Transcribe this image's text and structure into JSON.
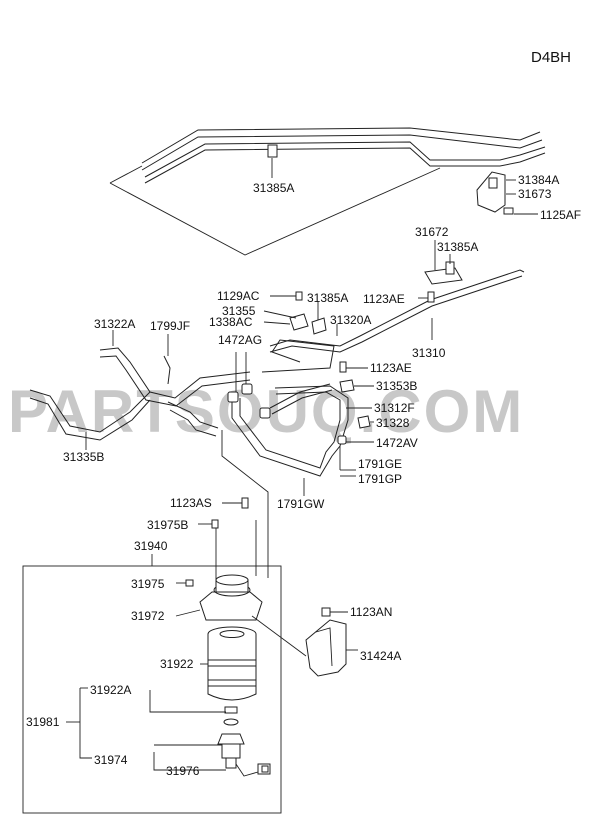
{
  "diagram": {
    "code": "D4BH",
    "watermark": "PARTSOUQ.COM",
    "labels": {
      "p31385A_top": "31385A",
      "p31384A": "31384A",
      "p31673": "31673",
      "p1125AF": "1125AF",
      "p31672": "31672",
      "p31385A_mid": "31385A",
      "p1129AC": "1129AC",
      "p31385A_low": "31385A",
      "p1123AE_a": "1123AE",
      "p31355": "31355",
      "p1338AC": "1338AC",
      "p31320A": "31320A",
      "p31322A": "31322A",
      "p1799JF": "1799JF",
      "p1472AG": "1472AG",
      "p31310": "31310",
      "p1123AE_b": "1123AE",
      "p31353B": "31353B",
      "p31312F": "31312F",
      "p31328": "31328",
      "p1472AV": "1472AV",
      "p31335B": "31335B",
      "p1791GE": "1791GE",
      "p1791GP": "1791GP",
      "p1791GW": "1791GW",
      "p1123AS": "1123AS",
      "p31975B": "31975B",
      "p31940": "31940",
      "p31975": "31975",
      "p1123AN": "1123AN",
      "p31972": "31972",
      "p31424A": "31424A",
      "p31922": "31922",
      "p31922A": "31922A",
      "p31981": "31981",
      "p31974": "31974",
      "p31976": "31976"
    }
  }
}
